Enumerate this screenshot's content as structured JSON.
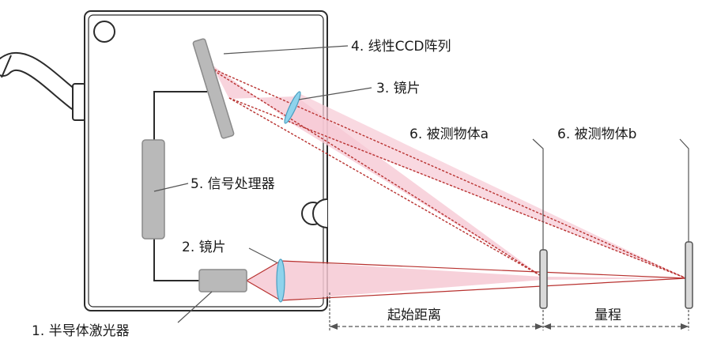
{
  "labels": {
    "ccd": "4. 线性CCD阵列",
    "mirror3": "3. 镜片",
    "processor": "5. 信号处理器",
    "mirror2": "2. 镜片",
    "laser": "1. 半导体激光器",
    "object_a": "6. 被测物体a",
    "object_b": "6. 被测物体b",
    "start_distance": "起始距离",
    "range": "量程"
  },
  "colors": {
    "housing_stroke": "#2b2b2b",
    "beam_fill": "#f6c9d4",
    "beam_line": "#b8312f",
    "lens_fill": "#8fd3ec",
    "component_fill": "#b9b9b9",
    "component_stroke": "#8a8a8a",
    "leader_line": "#555555"
  }
}
